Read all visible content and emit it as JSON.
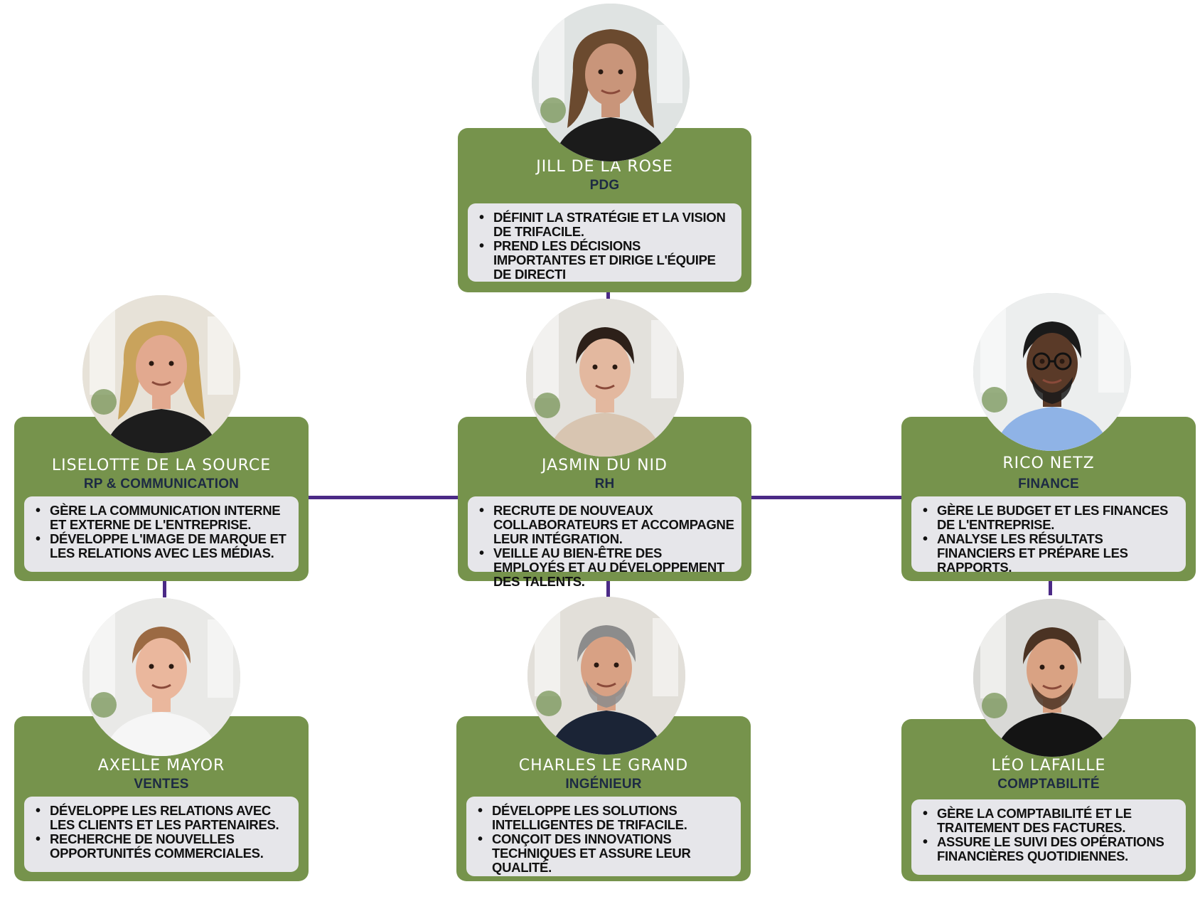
{
  "colors": {
    "card": "#76934c",
    "description_box": "#e6e6ea",
    "connector": "#4b2a86",
    "name_text": "#ffffff",
    "role_text": "#1d2a43"
  },
  "people": [
    {
      "id": "jill",
      "name": "JILL DE LA ROSE",
      "role": "PDG",
      "avatar": "woman-long-brown-hair-black-blazer-portrait",
      "duties": [
        "DÉFINIT LA STRATÉGIE ET LA VISION DE TRIFACILE.",
        "PREND LES DÉCISIONS IMPORTANTES ET DIRIGE L'ÉQUIPE DE DIRECTI"
      ]
    },
    {
      "id": "liselotte",
      "name": "LISELOTTE DE LA SOURCE",
      "role": "RP & COMMUNICATION",
      "avatar": "woman-blonde-hair-black-top-portrait",
      "duties": [
        "GÈRE LA COMMUNICATION INTERNE ET EXTERNE DE L'ENTREPRISE.",
        "DÉVELOPPE L'IMAGE DE MARQUE ET LES RELATIONS AVEC LES MÉDIAS."
      ]
    },
    {
      "id": "jasmin",
      "name": "JASMIN DU NID",
      "role": "RH",
      "avatar": "woman-dark-hair-beige-blazer-portrait",
      "duties": [
        "RECRUTE DE NOUVEAUX COLLABORATEURS ET ACCOMPAGNE LEUR INTÉGRATION.",
        "VEILLE AU BIEN-ÊTRE DES EMPLOYÉS ET AU DÉVELOPPEMENT DES TALENTS."
      ]
    },
    {
      "id": "rico",
      "name": "RICO NETZ",
      "role": "FINANCE",
      "avatar": "man-glasses-beard-blue-shirt-portrait",
      "duties": [
        "GÈRE LE BUDGET ET LES FINANCES DE L'ENTREPRISE.",
        "ANALYSE LES RÉSULTATS FINANCIERS ET PRÉPARE LES RAPPORTS."
      ]
    },
    {
      "id": "axelle",
      "name": "AXELLE MAYOR",
      "role": "VENTES",
      "avatar": "woman-hair-bun-white-blouse-portrait",
      "duties": [
        "DÉVELOPPE LES RELATIONS AVEC LES CLIENTS ET LES PARTENAIRES.",
        "RECHERCHE DE NOUVELLES OPPORTUNITÉS COMMERCIALES."
      ]
    },
    {
      "id": "charles",
      "name": "CHARLES LE GRAND",
      "role": "INGÉNIEUR",
      "avatar": "man-gray-hair-navy-suit-portrait",
      "duties": [
        "DÉVELOPPE LES SOLUTIONS INTELLIGENTES DE TRIFACILE.",
        "CONÇOIT DES INNOVATIONS TECHNIQUES ET ASSURE LEUR QUALITÉ."
      ]
    },
    {
      "id": "leo",
      "name": "LÉO LAFAILLE",
      "role": "COMPTABILITÉ",
      "avatar": "man-styled-hair-black-shirt-portrait",
      "duties": [
        "GÈRE LA COMPTABILITÉ ET LE TRAITEMENT DES FACTURES.",
        "ASSURE LE SUIVI DES OPÉRATIONS FINANCIÈRES QUOTIDIENNES."
      ]
    }
  ]
}
